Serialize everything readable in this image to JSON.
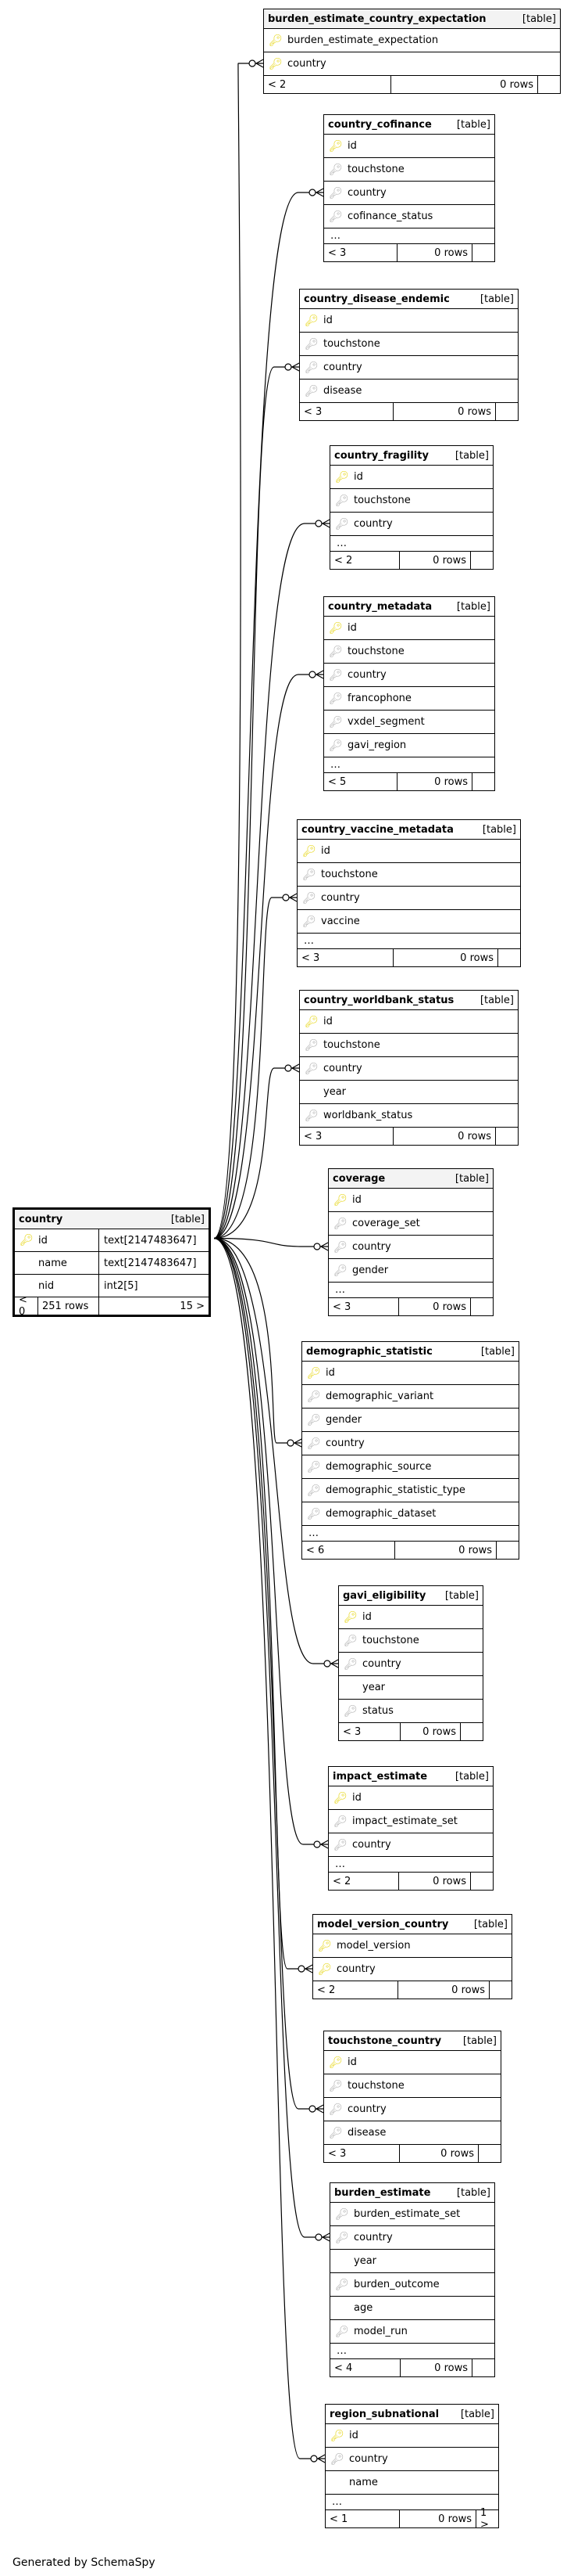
{
  "diagram": {
    "main_table": {
      "name": "country",
      "type": "[table]",
      "columns": [
        {
          "name": "id",
          "type": "text[2147483647]",
          "key": "pk"
        },
        {
          "name": "name",
          "type": "text[2147483647]",
          "key": ""
        },
        {
          "name": "nid",
          "type": "int2[5]",
          "key": ""
        }
      ],
      "footer": {
        "parents": "< 0",
        "rows": "251 rows",
        "children": "15 >"
      }
    },
    "tables": [
      {
        "id": "t0",
        "name": "burden_estimate_country_expectation",
        "type": "[table]",
        "columns": [
          {
            "name": "burden_estimate_expectation",
            "key": "pk"
          },
          {
            "name": "country",
            "key": "pk",
            "fk": true
          }
        ],
        "more": false,
        "footer": {
          "parents": "< 2",
          "rows": "0 rows",
          "children": ""
        }
      },
      {
        "id": "t1",
        "name": "country_cofinance",
        "type": "[table]",
        "columns": [
          {
            "name": "id",
            "key": "pk"
          },
          {
            "name": "touchstone",
            "key": "fk"
          },
          {
            "name": "country",
            "key": "fk",
            "fk": true
          },
          {
            "name": "cofinance_status",
            "key": "fk"
          }
        ],
        "more": true,
        "footer": {
          "parents": "< 3",
          "rows": "0 rows",
          "children": ""
        }
      },
      {
        "id": "t2",
        "name": "country_disease_endemic",
        "type": "[table]",
        "columns": [
          {
            "name": "id",
            "key": "pk"
          },
          {
            "name": "touchstone",
            "key": "fk"
          },
          {
            "name": "country",
            "key": "fk",
            "fk": true
          },
          {
            "name": "disease",
            "key": "fk"
          }
        ],
        "more": false,
        "footer": {
          "parents": "< 3",
          "rows": "0 rows",
          "children": ""
        }
      },
      {
        "id": "t3",
        "name": "country_fragility",
        "type": "[table]",
        "columns": [
          {
            "name": "id",
            "key": "pk"
          },
          {
            "name": "touchstone",
            "key": "fk"
          },
          {
            "name": "country",
            "key": "fk",
            "fk": true
          }
        ],
        "more": true,
        "footer": {
          "parents": "< 2",
          "rows": "0 rows",
          "children": ""
        }
      },
      {
        "id": "t4",
        "name": "country_metadata",
        "type": "[table]",
        "columns": [
          {
            "name": "id",
            "key": "pk"
          },
          {
            "name": "touchstone",
            "key": "fk"
          },
          {
            "name": "country",
            "key": "fk",
            "fk": true
          },
          {
            "name": "francophone",
            "key": "fk"
          },
          {
            "name": "vxdel_segment",
            "key": "fk"
          },
          {
            "name": "gavi_region",
            "key": "fk"
          }
        ],
        "more": true,
        "footer": {
          "parents": "< 5",
          "rows": "0 rows",
          "children": ""
        }
      },
      {
        "id": "t5",
        "name": "country_vaccine_metadata",
        "type": "[table]",
        "columns": [
          {
            "name": "id",
            "key": "pk"
          },
          {
            "name": "touchstone",
            "key": "fk"
          },
          {
            "name": "country",
            "key": "fk",
            "fk": true
          },
          {
            "name": "vaccine",
            "key": "fk"
          }
        ],
        "more": true,
        "footer": {
          "parents": "< 3",
          "rows": "0 rows",
          "children": ""
        }
      },
      {
        "id": "t6",
        "name": "country_worldbank_status",
        "type": "[table]",
        "columns": [
          {
            "name": "id",
            "key": "pk"
          },
          {
            "name": "touchstone",
            "key": "fk"
          },
          {
            "name": "country",
            "key": "fk",
            "fk": true
          },
          {
            "name": "year",
            "key": ""
          },
          {
            "name": "worldbank_status",
            "key": "fk"
          }
        ],
        "more": false,
        "footer": {
          "parents": "< 3",
          "rows": "0 rows",
          "children": ""
        }
      },
      {
        "id": "t7",
        "name": "coverage",
        "type": "[table]",
        "columns": [
          {
            "name": "id",
            "key": "pk"
          },
          {
            "name": "coverage_set",
            "key": "fk"
          },
          {
            "name": "country",
            "key": "fk",
            "fk": true
          },
          {
            "name": "gender",
            "key": "fk"
          }
        ],
        "more": true,
        "footer": {
          "parents": "< 3",
          "rows": "0 rows",
          "children": ""
        }
      },
      {
        "id": "t8",
        "name": "demographic_statistic",
        "type": "[table]",
        "columns": [
          {
            "name": "id",
            "key": "pk"
          },
          {
            "name": "demographic_variant",
            "key": "fk"
          },
          {
            "name": "gender",
            "key": "fk"
          },
          {
            "name": "country",
            "key": "fk",
            "fk": true
          },
          {
            "name": "demographic_source",
            "key": "fk"
          },
          {
            "name": "demographic_statistic_type",
            "key": "fk"
          },
          {
            "name": "demographic_dataset",
            "key": "fk"
          }
        ],
        "more": true,
        "footer": {
          "parents": "< 6",
          "rows": "0 rows",
          "children": ""
        }
      },
      {
        "id": "t9",
        "name": "gavi_eligibility",
        "type": "[table]",
        "columns": [
          {
            "name": "id",
            "key": "pk"
          },
          {
            "name": "touchstone",
            "key": "fk"
          },
          {
            "name": "country",
            "key": "fk",
            "fk": true
          },
          {
            "name": "year",
            "key": ""
          },
          {
            "name": "status",
            "key": "fk"
          }
        ],
        "more": false,
        "footer": {
          "parents": "< 3",
          "rows": "0 rows",
          "children": ""
        }
      },
      {
        "id": "t10",
        "name": "impact_estimate",
        "type": "[table]",
        "columns": [
          {
            "name": "id",
            "key": "pk"
          },
          {
            "name": "impact_estimate_set",
            "key": "fk"
          },
          {
            "name": "country",
            "key": "fk",
            "fk": true
          }
        ],
        "more": true,
        "footer": {
          "parents": "< 2",
          "rows": "0 rows",
          "children": ""
        }
      },
      {
        "id": "t11",
        "name": "model_version_country",
        "type": "[table]",
        "columns": [
          {
            "name": "model_version",
            "key": "pk"
          },
          {
            "name": "country",
            "key": "pk",
            "fk": true
          }
        ],
        "more": false,
        "footer": {
          "parents": "< 2",
          "rows": "0 rows",
          "children": ""
        }
      },
      {
        "id": "t12",
        "name": "touchstone_country",
        "type": "[table]",
        "columns": [
          {
            "name": "id",
            "key": "pk"
          },
          {
            "name": "touchstone",
            "key": "fk"
          },
          {
            "name": "country",
            "key": "fk",
            "fk": true
          },
          {
            "name": "disease",
            "key": "fk"
          }
        ],
        "more": false,
        "footer": {
          "parents": "< 3",
          "rows": "0 rows",
          "children": ""
        }
      },
      {
        "id": "t13",
        "name": "burden_estimate",
        "type": "[table]",
        "columns": [
          {
            "name": "burden_estimate_set",
            "key": "fk"
          },
          {
            "name": "country",
            "key": "fk",
            "fk": true
          },
          {
            "name": "year",
            "key": ""
          },
          {
            "name": "burden_outcome",
            "key": "fk"
          },
          {
            "name": "age",
            "key": ""
          },
          {
            "name": "model_run",
            "key": "fk"
          }
        ],
        "more": true,
        "footer": {
          "parents": "< 4",
          "rows": "0 rows",
          "children": ""
        }
      },
      {
        "id": "t14",
        "name": "region_subnational",
        "type": "[table]",
        "columns": [
          {
            "name": "id",
            "key": "pk"
          },
          {
            "name": "country",
            "key": "fk",
            "fk": true
          },
          {
            "name": "name",
            "key": ""
          }
        ],
        "more": true,
        "footer": {
          "parents": "< 1",
          "rows": "0 rows",
          "children": "1 >"
        }
      }
    ],
    "icons": {
      "primary_key": "key-icon-gold",
      "foreign_key": "key-icon-gray"
    },
    "colors": {
      "pk": "#e4d200",
      "fk": "#a8a8a8",
      "line": "#000000"
    },
    "credit": "Generated by SchemaSpy"
  }
}
